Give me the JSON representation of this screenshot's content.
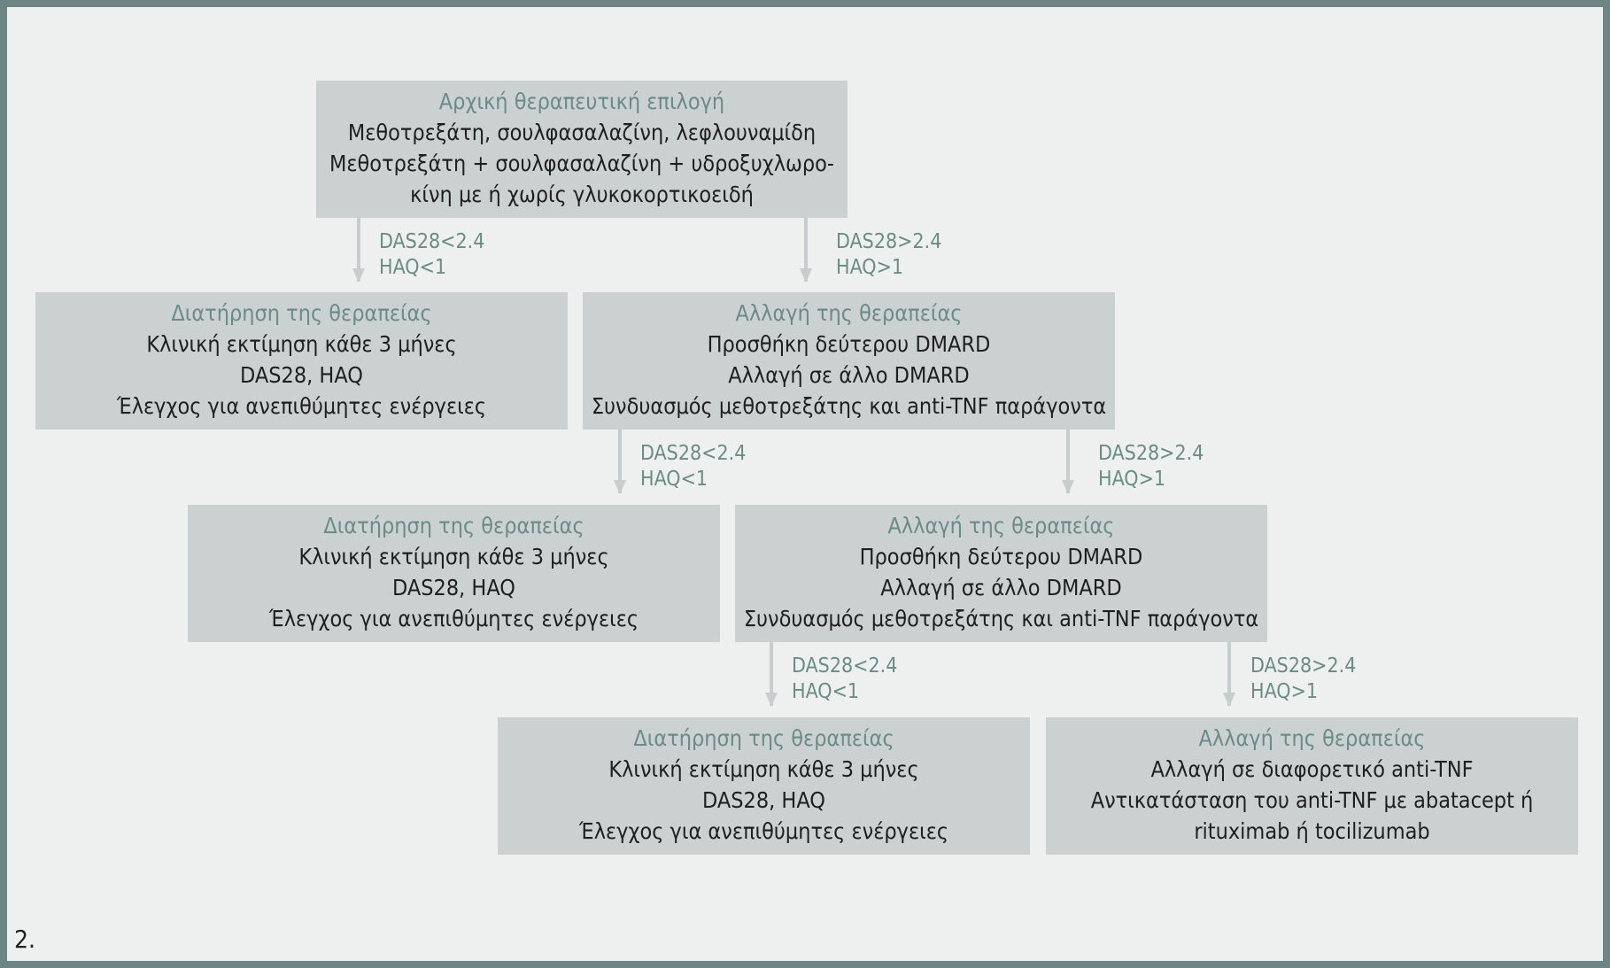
{
  "figure_number": "2.",
  "colors": {
    "frame": "#6d8585",
    "background": "#edf0ef",
    "box": "#cbd1d1",
    "accent": "#6c8b85",
    "arrow": "#c7cdcd",
    "text": "#1f1f1f"
  },
  "initial": {
    "title": "Αρχική θεραπευτική επιλογή",
    "lines": [
      "Μεθοτρεξάτη, σουλφασαλαζίνη, λεφλουναμίδη",
      "Μεθοτρεξάτη + σουλφασαλαζίνη + υδροξυχλωρο-",
      "κίνη με ή χωρίς γλυκοκορτικοειδή"
    ]
  },
  "conditions": {
    "good": [
      "DAS28<2.4",
      "HAQ<1"
    ],
    "bad": [
      "DAS28>2.4",
      "HAQ>1"
    ]
  },
  "levels": [
    {
      "maintain": {
        "title": "Διατήρηση της θεραπείας",
        "lines": [
          "Κλινική εκτίμηση κάθε 3 μήνες",
          "DAS28, HAQ",
          "Έλεγχος για ανεπιθύμητες ενέργειες"
        ]
      },
      "change": {
        "title": "Αλλαγή της θεραπείας",
        "lines": [
          "Προσθήκη δεύτερου DMARD",
          "Αλλαγή σε άλλο DMARD",
          "Συνδυασμός μεθοτρεξάτης και anti-TNF παράγοντα"
        ]
      }
    },
    {
      "maintain": {
        "title": "Διατήρηση της θεραπείας",
        "lines": [
          "Κλινική εκτίμηση κάθε 3 μήνες",
          "DAS28, HAQ",
          "Έλεγχος για ανεπιθύμητες ενέργειες"
        ]
      },
      "change": {
        "title": "Αλλαγή της θεραπείας",
        "lines": [
          "Προσθήκη δεύτερου DMARD",
          "Αλλαγή σε άλλο DMARD",
          "Συνδυασμός μεθοτρεξάτης και anti-TNF παράγοντα"
        ]
      }
    },
    {
      "maintain": {
        "title": "Διατήρηση της θεραπείας",
        "lines": [
          "Κλινική εκτίμηση κάθε 3 μήνες",
          "DAS28, HAQ",
          "Έλεγχος για ανεπιθύμητες ενέργειες"
        ]
      },
      "change": {
        "title": "Αλλαγή της θεραπείας",
        "lines": [
          "Αλλαγή σε διαφορετικό anti-TNF",
          "Αντικατάσταση του anti-TNF με abatacept ή",
          "rituximab ή tocilizumab"
        ]
      }
    }
  ]
}
